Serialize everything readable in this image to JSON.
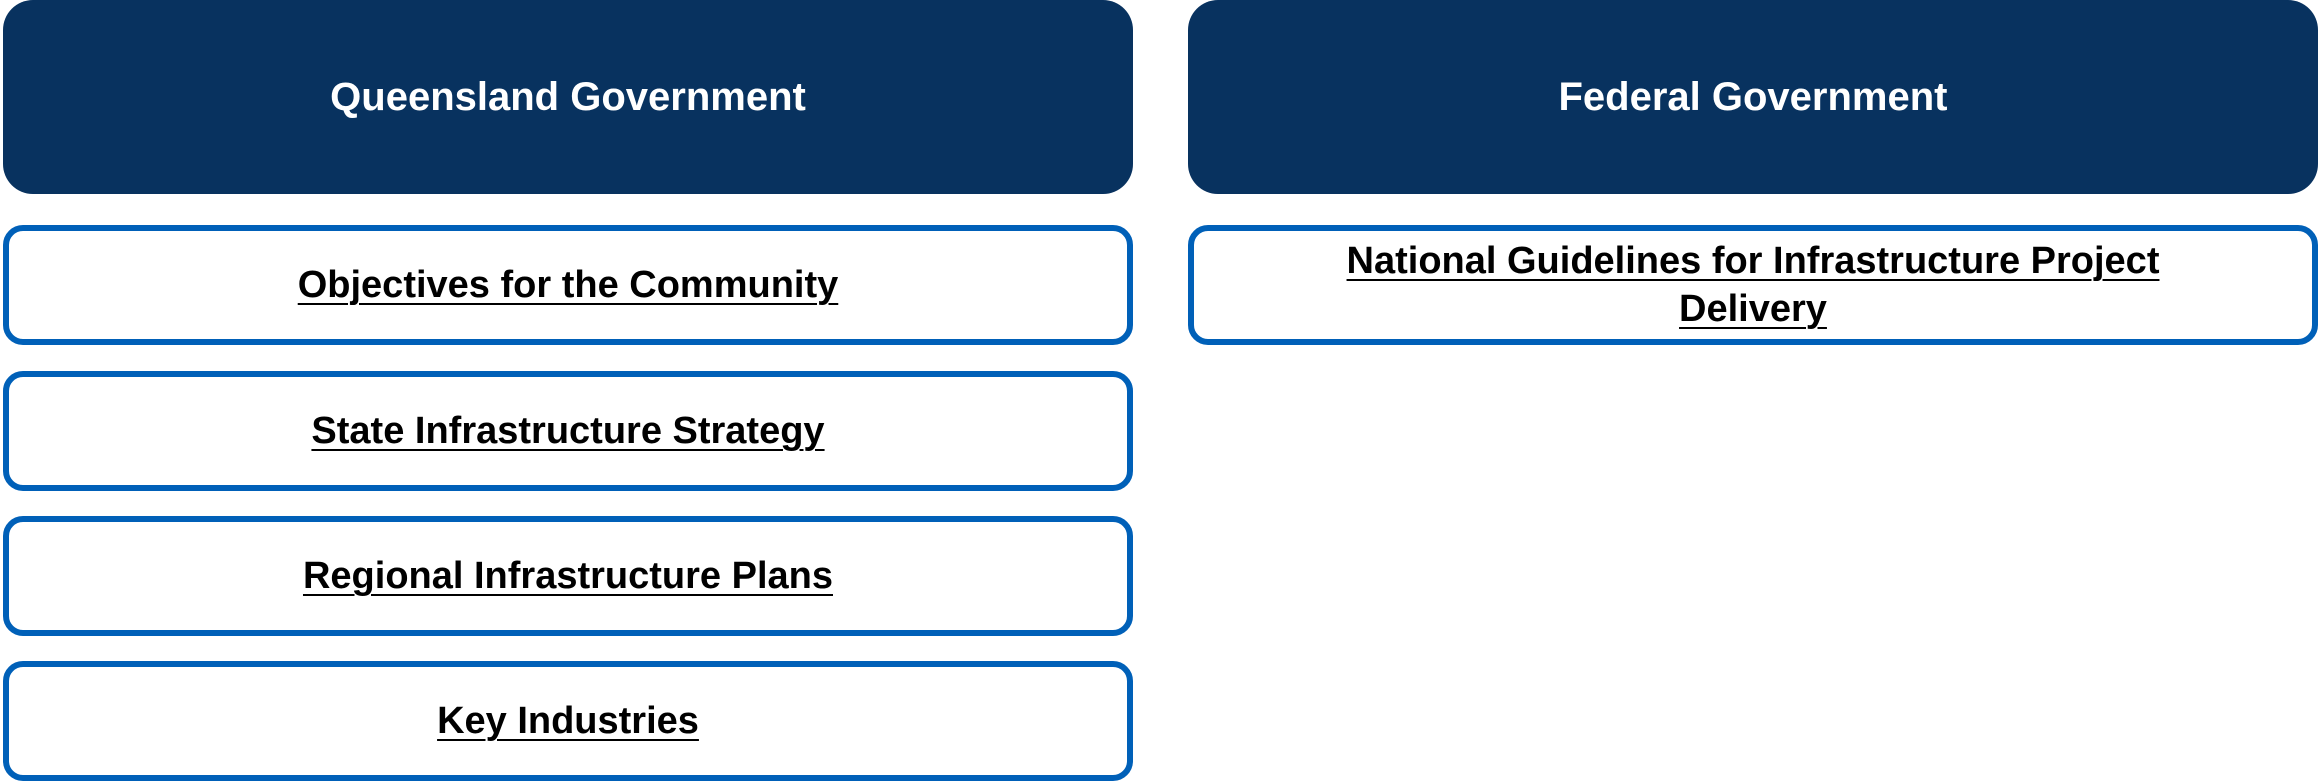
{
  "columns": [
    {
      "title": "Queensland Government",
      "items": [
        "Objectives for the Community",
        "State Infrastructure Strategy",
        "Regional Infrastructure Plans",
        "Key Industries"
      ]
    },
    {
      "title": "Federal Government",
      "items": [
        "National Guidelines for Infrastructure Project Delivery"
      ]
    }
  ],
  "colors": {
    "header": "#08325f",
    "border": "#0060b8"
  }
}
